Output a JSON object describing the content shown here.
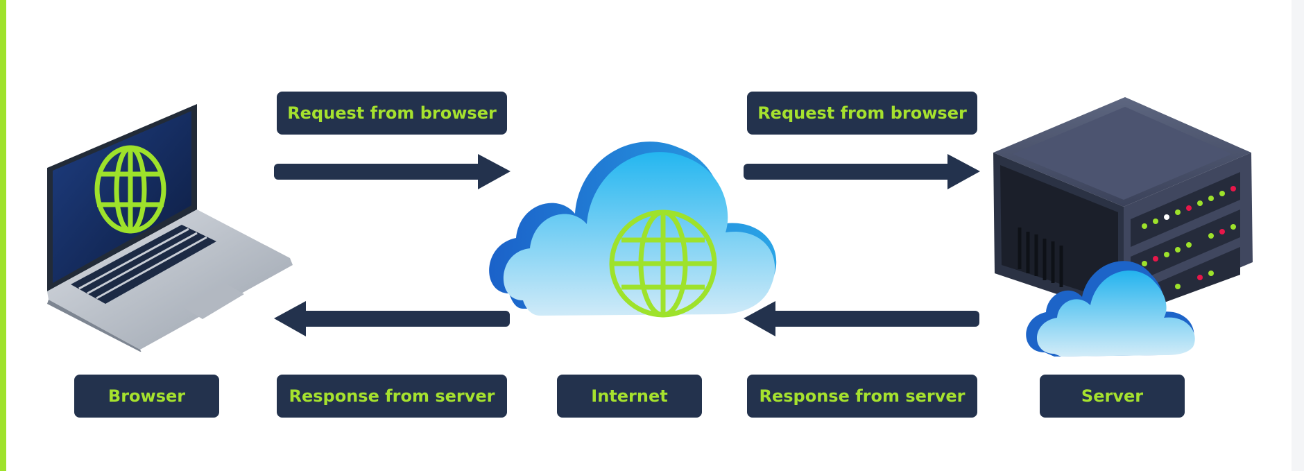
{
  "labels": {
    "request_left": "Request from browser",
    "request_right": "Request from browser",
    "response_left": "Response from server",
    "response_right": "Response from server",
    "browser": "Browser",
    "internet": "Internet",
    "server": "Server"
  },
  "colors": {
    "accent": "#9ee22b",
    "label_bg": "#23324d",
    "label_text": "#a6e22e",
    "arrow": "#23324d",
    "cloud": "#29b4ea"
  },
  "icons": [
    "laptop-icon",
    "globe-icon",
    "cloud-icon",
    "server-icon",
    "arrow-right-icon",
    "arrow-left-icon"
  ]
}
